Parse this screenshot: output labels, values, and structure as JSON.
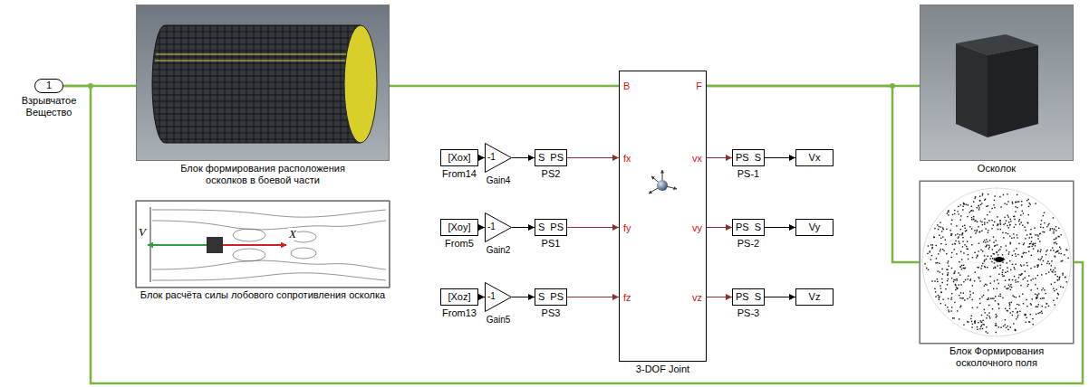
{
  "diagram": {
    "nodes": [
      {
        "text": [
          "1",
          "Взрывчатое Вещество"
        ]
      },
      {
        "text": [
          "Блок формирования расположения осколков в боевой части"
        ]
      },
      {
        "text": [
          "Блок расчёта силы лобового сопротивления осколка"
        ]
      },
      {
        "text": [
          "[Xox]",
          "From14"
        ]
      },
      {
        "text": [
          "-1",
          "Gain4"
        ]
      },
      {
        "text": [
          "S",
          "PS",
          "PS2"
        ]
      },
      {
        "text": [
          "[Xoy]",
          "From5"
        ]
      },
      {
        "text": [
          "-1",
          "Gain2"
        ]
      },
      {
        "text": [
          "S",
          "PS",
          "PS1"
        ]
      },
      {
        "text": [
          "[Xoz]",
          "From13"
        ]
      },
      {
        "text": [
          "-1",
          "Gain5"
        ]
      },
      {
        "text": [
          "S",
          "PS",
          "PS3"
        ]
      },
      {
        "text": [
          "B",
          "F",
          "fx",
          "fy",
          "fz",
          "vx",
          "vy",
          "vz",
          "3-DOF Joint"
        ]
      },
      {
        "text": [
          "PS",
          "S",
          "PS-1"
        ]
      },
      {
        "text": [
          "Vx"
        ]
      },
      {
        "text": [
          "PS",
          "S",
          "PS-2"
        ]
      },
      {
        "text": [
          "Vy"
        ]
      },
      {
        "text": [
          "PS",
          "S",
          "PS-3"
        ]
      },
      {
        "text": [
          "Vz"
        ]
      },
      {
        "text": [
          "Осколок"
        ]
      },
      {
        "text": [
          "Блок Формирования осколочного поля"
        ]
      }
    ],
    "edges": [
      {
        "from": 0,
        "to": 1,
        "arrow": "none"
      },
      {
        "from": 1,
        "to": 12,
        "arrow": "none"
      },
      {
        "from": 12,
        "to": 19,
        "arrow": "none"
      },
      {
        "from": 12,
        "to": 20,
        "arrow": "none"
      },
      {
        "from": 20,
        "to": 0,
        "arrow": "none"
      },
      {
        "from": 3,
        "to": 4,
        "arrow": "to"
      },
      {
        "from": 4,
        "to": 5,
        "arrow": "to"
      },
      {
        "from": 5,
        "to": 12,
        "arrow": "to"
      },
      {
        "from": 6,
        "to": 7,
        "arrow": "to"
      },
      {
        "from": 7,
        "to": 8,
        "arrow": "to"
      },
      {
        "from": 8,
        "to": 12,
        "arrow": "to"
      },
      {
        "from": 9,
        "to": 10,
        "arrow": "to"
      },
      {
        "from": 10,
        "to": 11,
        "arrow": "to"
      },
      {
        "from": 11,
        "to": 12,
        "arrow": "to"
      },
      {
        "from": 12,
        "to": 13,
        "arrow": "to"
      },
      {
        "from": 13,
        "to": 14,
        "arrow": "to"
      },
      {
        "from": 12,
        "to": 15,
        "arrow": "to"
      },
      {
        "from": 15,
        "to": 16,
        "arrow": "to"
      },
      {
        "from": 12,
        "to": 17,
        "arrow": "to"
      },
      {
        "from": 17,
        "to": 18,
        "arrow": "to"
      }
    ],
    "labels": [
      "V",
      "X"
    ]
  }
}
